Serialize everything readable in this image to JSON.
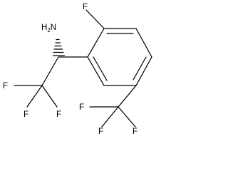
{
  "molecule": {
    "atoms": {
      "amine": {
        "label": "H",
        "subscript": "2",
        "suffix": "N"
      },
      "f_ring": "F",
      "cf3_left_f1": "F",
      "cf3_left_f2": "F",
      "cf3_left_f3": "F",
      "cf3_right_f1": "F",
      "cf3_right_f2": "F",
      "cf3_right_f3": "F"
    }
  }
}
